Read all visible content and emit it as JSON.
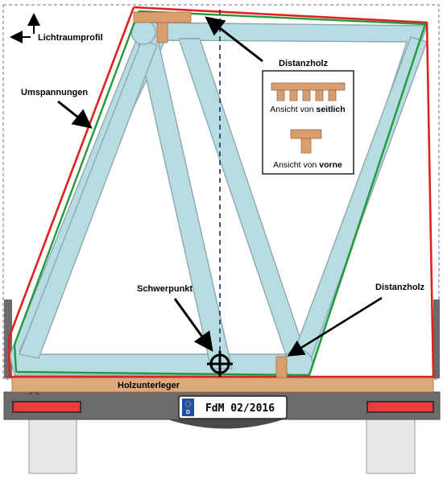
{
  "labels": {
    "lichtraumprofil": "Lichtraumprofil",
    "umspannungen": "Umspannungen",
    "distanzholz_top": "Distanzholz",
    "distanzholz_right": "Distanzholz",
    "schwerpunkt": "Schwerpunkt",
    "holzunterleger": "Holzunterleger"
  },
  "inset": {
    "side_prefix": "Ansicht von ",
    "side_bold": "seitlich",
    "front_prefix": "Ansicht von ",
    "front_bold": "vorne"
  },
  "plate": {
    "country": "D",
    "text": "FdM 02/2016"
  },
  "colors": {
    "frame_fill": "#b7dde3",
    "strap_red": "#e0211d",
    "strap_green": "#1f9a3c",
    "wood": "#dba97a",
    "trailer": "#6b6b6b",
    "reflector": "#f03c3c",
    "clearance_profile": "#8a5aa8"
  }
}
